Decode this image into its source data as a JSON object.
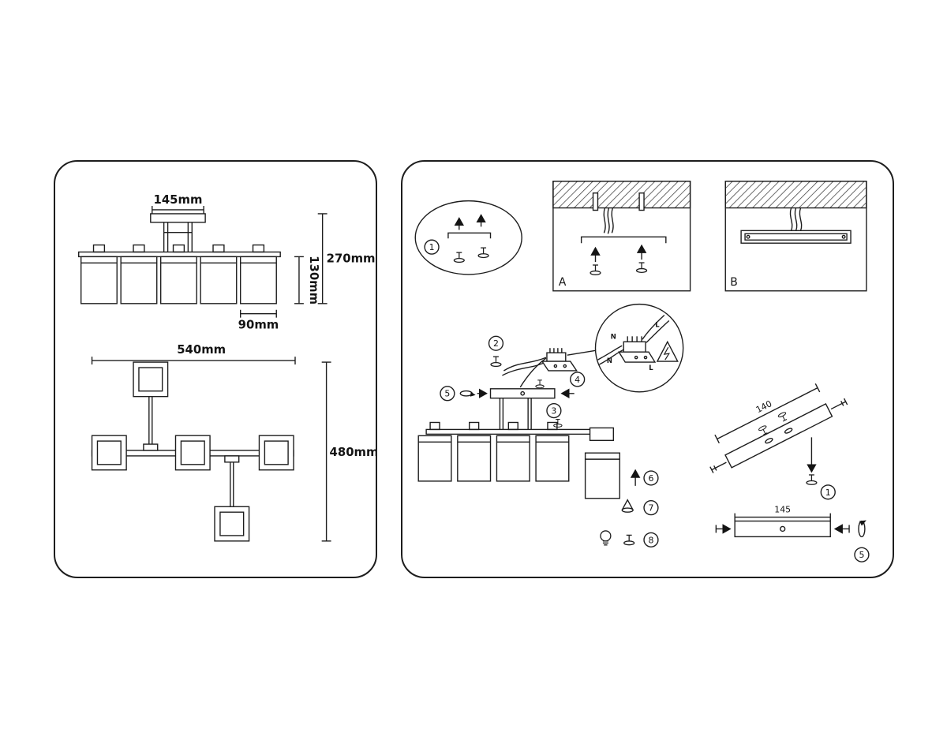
{
  "left_panel": {
    "front_view": {
      "canopy_width": "145mm",
      "fixture_height": "270mm",
      "shade_height": "130mm",
      "shade_width": "90mm"
    },
    "top_view": {
      "fixture_width": "540mm",
      "fixture_depth": "480mm"
    }
  },
  "right_panel": {
    "steps": {
      "s1": "1",
      "s2": "2",
      "s3": "3",
      "s4": "4",
      "s5": "5",
      "s6": "6",
      "s7": "7",
      "s8": "8"
    },
    "mounting_options": {
      "a": "A",
      "b": "B"
    },
    "wiring_labels": {
      "n1": "N",
      "l1": "L",
      "n2": "N",
      "l2": "L"
    },
    "mounting_bar": {
      "hole_spacing": "140",
      "bar_length": "145"
    }
  }
}
